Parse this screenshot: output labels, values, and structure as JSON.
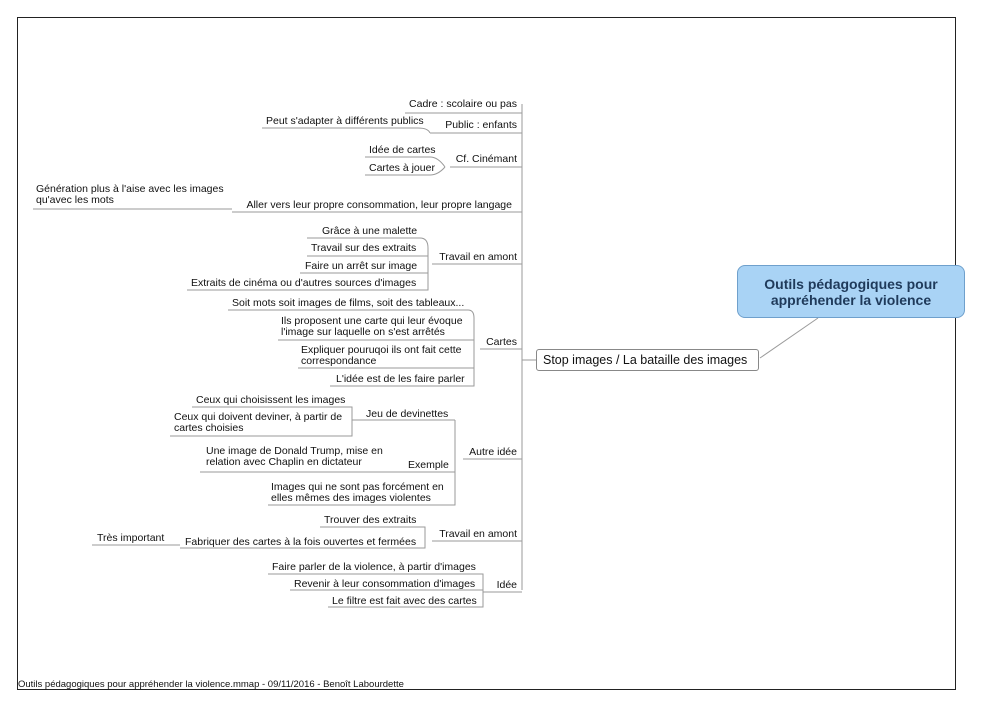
{
  "root": "Outils pédagogiques pour appréhender la violence",
  "main": "Stop images / La bataille des images",
  "b1": {
    "label": "Cadre : scolaire ou pas"
  },
  "b2": {
    "label": "Public : enfants",
    "child": "Peut s'adapter à différents publics"
  },
  "b3": {
    "label": "Cf. Cinémant",
    "children": [
      "Idée de cartes",
      "Cartes à jouer"
    ]
  },
  "b4": {
    "label": "Aller vers leur propre consommation, leur propre langage",
    "child": "Génération plus à l'aise avec les images qu'avec les mots"
  },
  "b5": {
    "label": "Travail en amont",
    "children": [
      "Grâce à une malette",
      "Travail sur des extraits",
      "Faire un arrêt sur image",
      "Extraits de cinéma ou d'autres sources d'images"
    ]
  },
  "b6": {
    "label": "Cartes",
    "children": [
      "Soit mots soit images de films, soit des tableaux...",
      "Ils proposent une carte qui leur évoque l'image sur laquelle on s'est arrêtés",
      "Expliquer pouruqoi ils ont fait cette correspondance",
      "L'idée est de les faire parler"
    ]
  },
  "b7": {
    "label": "Autre idée",
    "jeu": {
      "label": "Jeu de devinettes",
      "children": [
        "Ceux qui choisissent les images",
        "Ceux qui doivent deviner, à partir de cartes choisies"
      ]
    },
    "exemple": {
      "label": "Exemple",
      "child": "Une image de Donald Trump, mise en relation avec Chaplin en dictateur"
    },
    "extra": "Images qui ne sont pas forcément en elles mêmes des images violentes"
  },
  "b8": {
    "label": "Travail en amont",
    "children": [
      "Trouver des extraits",
      "Fabriquer des cartes à la fois ouvertes et fermées"
    ],
    "grandchild": "Très important"
  },
  "b9": {
    "label": "Idée",
    "children": [
      "Faire parler de la violence, à partir d'images",
      "Revenir à leur consommation d'images",
      "Le filtre est fait avec des cartes"
    ]
  },
  "footer": "Outils pédagogiques pour appréhender la violence.mmap - 09/11/2016 - Benoît Labourdette",
  "colors": {
    "root_fill": "#a9d3f5",
    "root_border": "#6fa0cc",
    "root_text": "#1f3a5a",
    "line": "#9a9a9a"
  }
}
